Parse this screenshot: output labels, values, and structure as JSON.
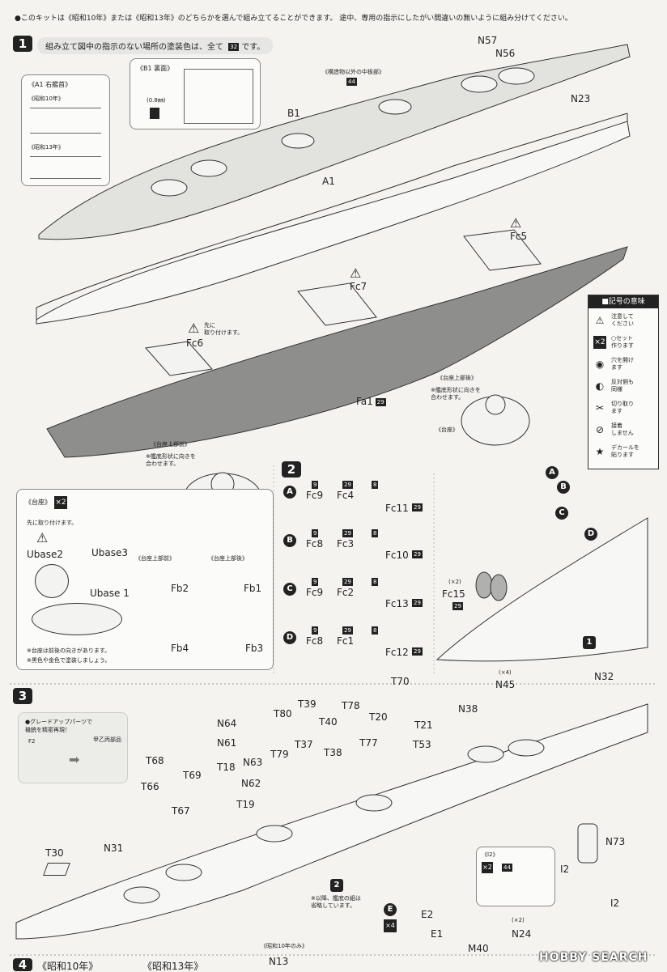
{
  "header": {
    "notice": "●このキットは《昭和10年》または《昭和13年》のどちらかを選んで組み立てることができます。 途中、専用の指示にしたがい間違いの無いように組み分けてください。"
  },
  "step1": {
    "number": "1",
    "paint_note": "組み立て図中の指示のない場所の塗装色は、全て",
    "paint_code": "32",
    "paint_suffix": "です。",
    "insets": {
      "a1_title": "《A1 右艦首》",
      "s10": "《昭和10年》",
      "s13": "《昭和13年》",
      "b1_title": "《B1 裏面》",
      "drill": "(0.8㎜)"
    },
    "labels": {
      "n57": "N57",
      "n56": "N56",
      "n23": "N23",
      "b1": "B1",
      "a1": "A1",
      "fc5": "Fc5",
      "fc7": "Fc7",
      "fc6": "Fc6",
      "fa1": "Fa1",
      "fa1_code": "29",
      "superstructure_note": "《構造物以外の中板部》",
      "superstructure_code": "44",
      "fc6_note": "先に\n取り付けます。",
      "stand_rear_title": "《台座上部後》",
      "stand_rear_note": "※艦底形状に向きを\n合わせます。",
      "stand": "《台座》",
      "stand_front_title": "《台座上部前》",
      "stand_front_note": "※艦底形状に向きを\n合わせます。"
    }
  },
  "legend": {
    "title": "■記号の意味",
    "items": [
      {
        "icon": "⚠",
        "text": "注意して\nください"
      },
      {
        "icon": "×2",
        "text": "○セット\n作ります"
      },
      {
        "icon": "◉",
        "text": "穴を開け\nます"
      },
      {
        "icon": "◐",
        "text": "反対側も\n同様"
      },
      {
        "icon": "✂",
        "text": "切り取り\nます"
      },
      {
        "icon": "⊘",
        "text": "接着\nしません"
      },
      {
        "icon": "★",
        "text": "デカールを\n貼ります"
      }
    ]
  },
  "stand_panel": {
    "title": "《台座》",
    "count": "×2",
    "note": "先に取り付けます。",
    "ubase2": "Ubase2",
    "ubase3": "Ubase3",
    "ubase1": "Ubase 1",
    "front_title": "《台座上部前》",
    "rear_title": "《台座上部後》",
    "fb2": "Fb2",
    "fb1": "Fb1",
    "fb4": "Fb4",
    "fb3": "Fb3",
    "note2": "※台座は前後の向きがあります。",
    "note3": "※黒色や金色で塗装しましょう。"
  },
  "step2": {
    "number": "2",
    "rows": [
      {
        "letter": "A",
        "p1": "Fc9",
        "c1": "9",
        "p2": "Fc4",
        "c2": "29",
        "p3": "Fc11",
        "c3": "8",
        "c4": "29"
      },
      {
        "letter": "B",
        "p1": "Fc8",
        "c1": "9",
        "p2": "Fc3",
        "c2": "29",
        "p3": "Fc10",
        "c3": "8",
        "c4": "29"
      },
      {
        "letter": "C",
        "p1": "Fc9",
        "c1": "9",
        "p2": "Fc2",
        "c2": "29",
        "p3": "Fc13",
        "c3": "8",
        "c4": "29"
      },
      {
        "letter": "D",
        "p1": "Fc8",
        "c1": "9",
        "p2": "Fc1",
        "c2": "29",
        "p3": "Fc12",
        "c3": "8",
        "c4": "29"
      }
    ],
    "fc15_count": "(×2)",
    "fc15": "Fc15",
    "fc15_code": "29",
    "ref_step": "1",
    "letters": [
      "A",
      "B",
      "C",
      "D"
    ]
  },
  "step3": {
    "number": "3",
    "grade_up": "●グレードアップパーツで\n機銃を精密再現！",
    "f2": "F2",
    "alt_parts": "甲乙丙部品",
    "labels": {
      "t70": "T70",
      "x4": "(×4)",
      "n45": "N45",
      "n32": "N32",
      "t39": "T39",
      "t80": "T80",
      "t78": "T78",
      "n38": "N38",
      "t40": "T40",
      "t20": "T20",
      "t21": "T21",
      "n64": "N64",
      "t37": "T37",
      "t77": "T77",
      "t53": "T53",
      "n61": "N61",
      "t79": "T79",
      "t38": "T38",
      "t68": "T68",
      "n63": "N63",
      "t18": "T18",
      "t69": "T69",
      "t66": "T66",
      "n62": "N62",
      "t19": "T19",
      "t67": "T67",
      "n73": "N73",
      "t30": "T30",
      "n31": "N31",
      "i2a": "I2",
      "i2b": "I2",
      "i2_title": "《I2》",
      "i2_count": "×2",
      "i2_code": "44",
      "ref2": "2",
      "ref2_note": "※以降、艦底の組は\n省略しています。",
      "e_letter": "E",
      "e_count": "×4",
      "e2": "E2",
      "e1": "E1",
      "x2b": "(×2)",
      "n24": "N24",
      "m40": "M40"
    }
  },
  "step4": {
    "number": "4",
    "s10": "《昭和10年》",
    "s13": "《昭和13年》",
    "s10_only": "《昭和10年のみ》",
    "n13": "N13"
  },
  "watermark": "HOBBY SEARCH"
}
